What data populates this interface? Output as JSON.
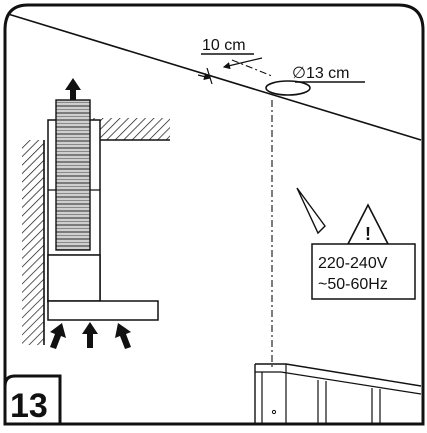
{
  "step": {
    "number": "13"
  },
  "dimensions": {
    "clearance": "10 cm",
    "hole_diameter": "∅13 cm"
  },
  "warning": {
    "symbol": "!",
    "voltage": "220-240V",
    "frequency": "~50-60Hz"
  },
  "colors": {
    "ink": "#111111",
    "duct_fill": "#bdbdbd",
    "background": "#ffffff"
  }
}
